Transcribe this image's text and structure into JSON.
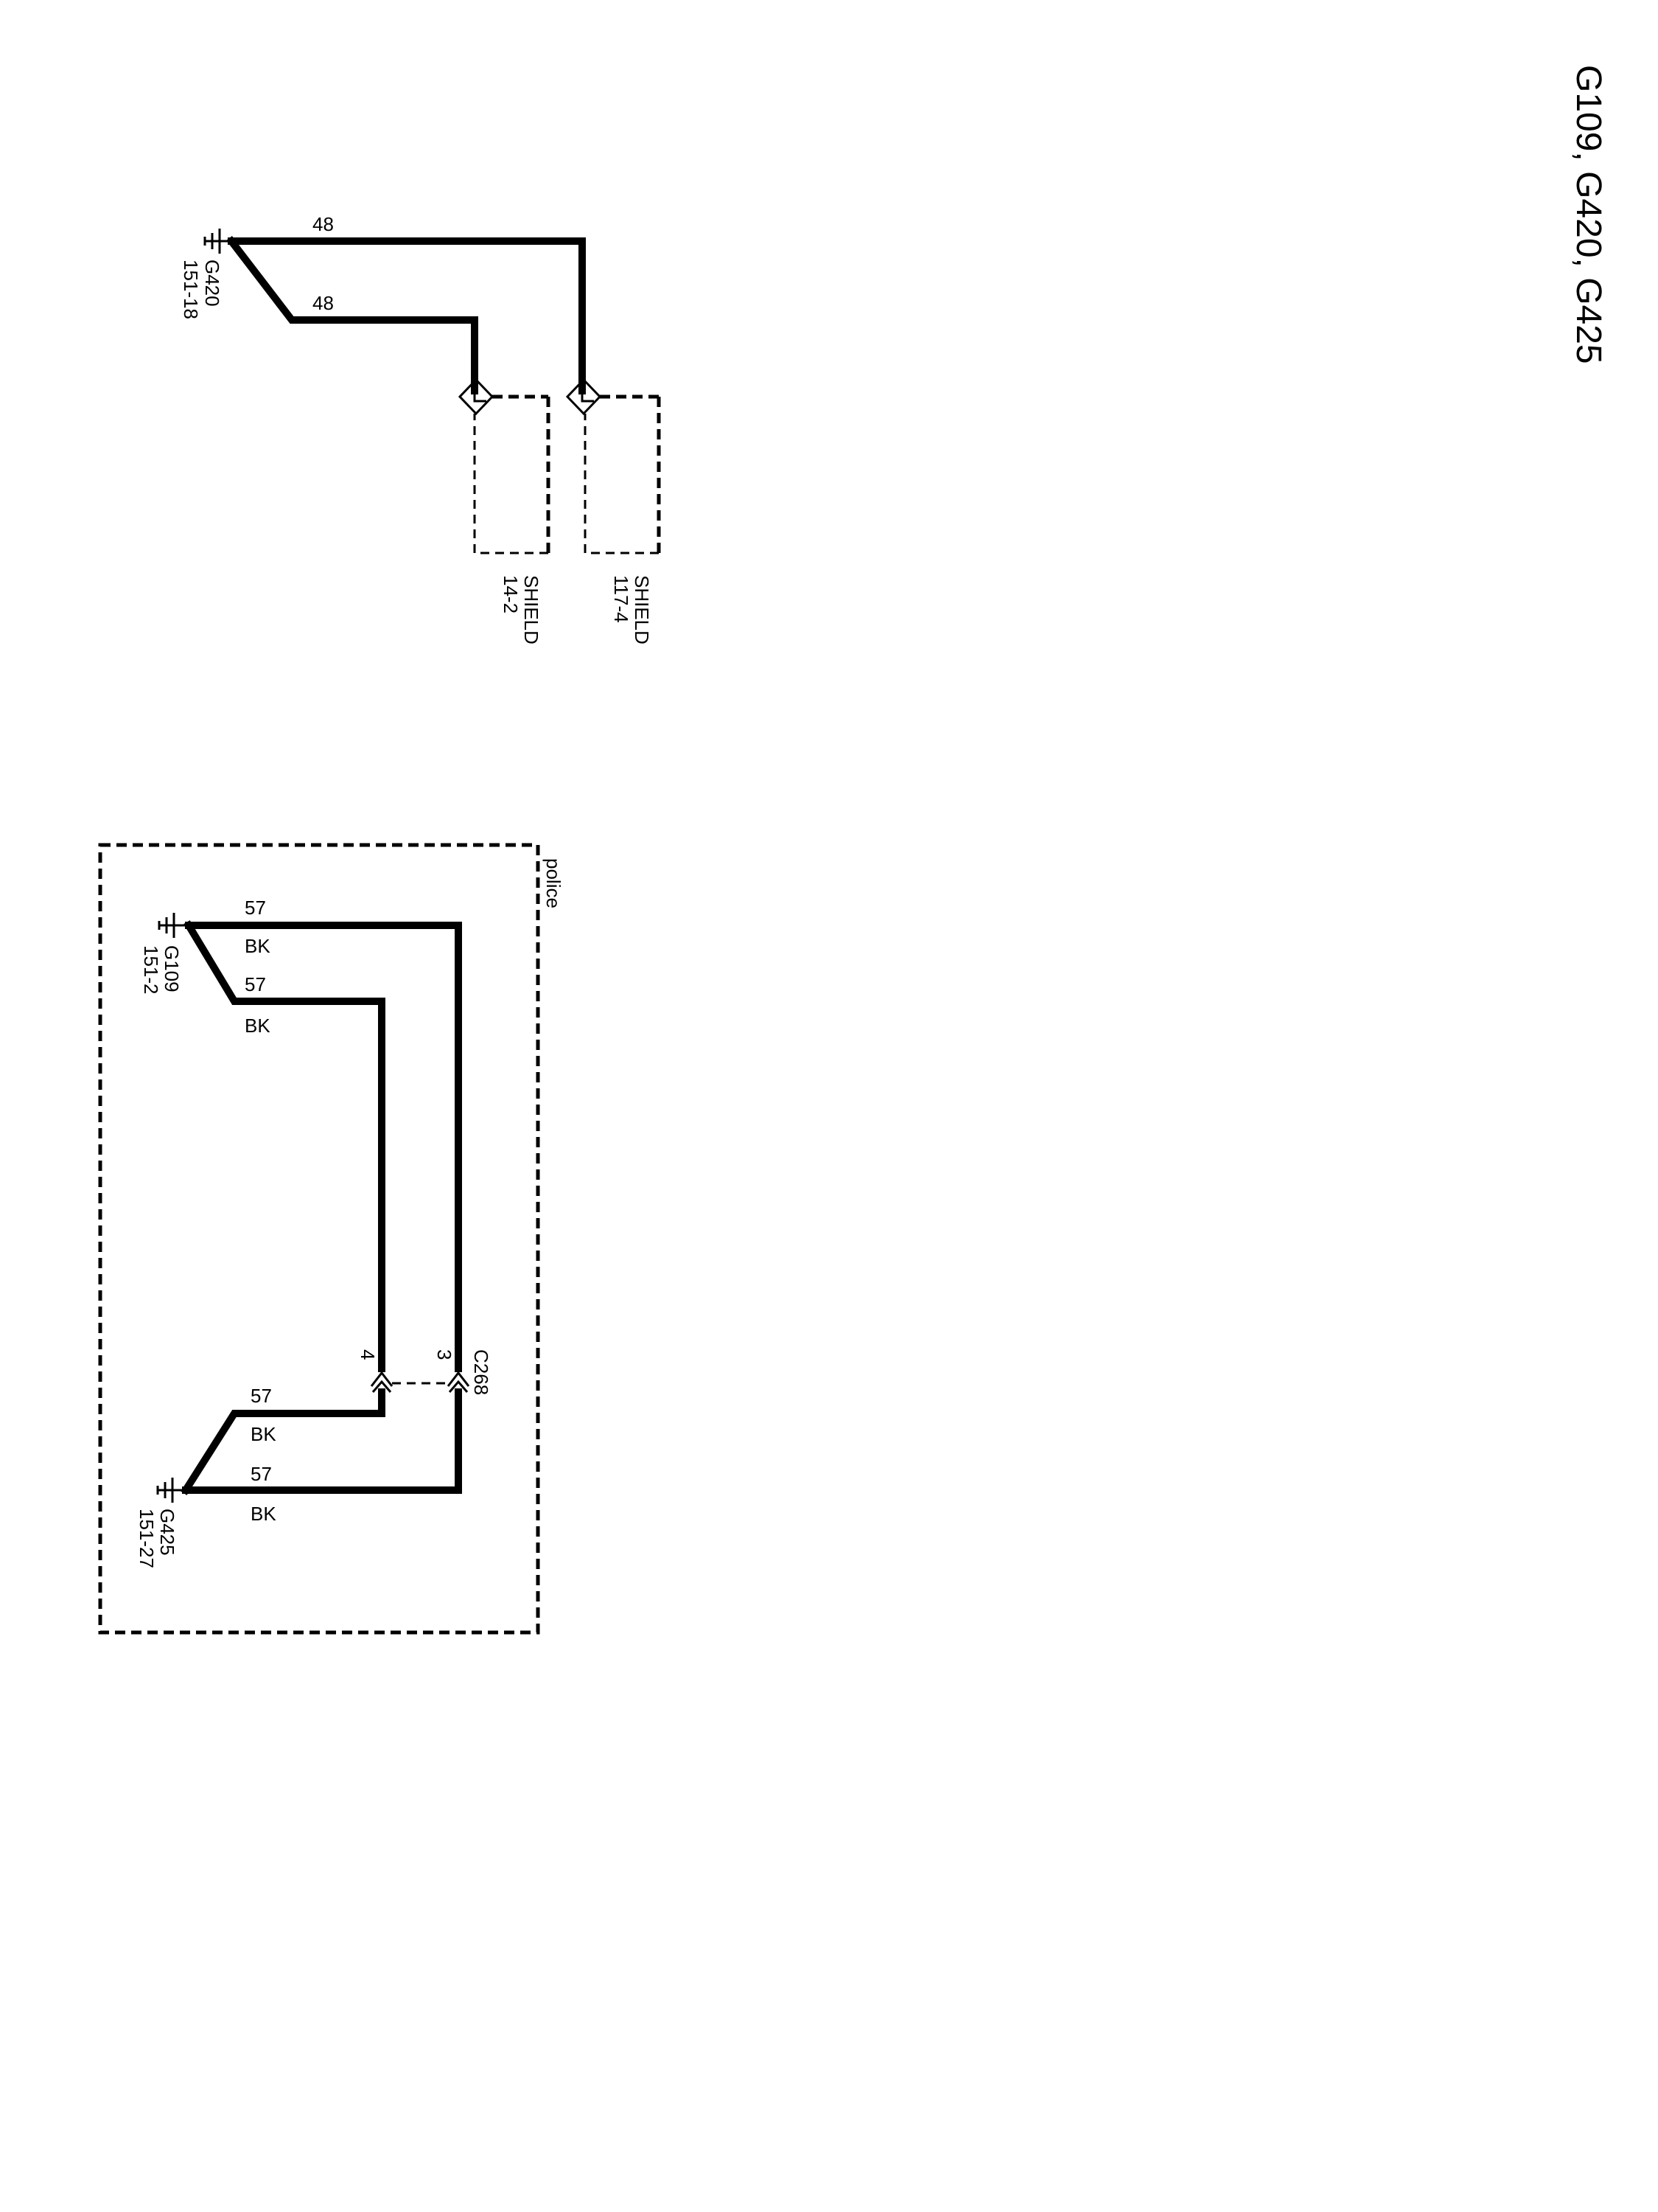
{
  "page_title": "G109, G420, G425",
  "upper_circuit": {
    "ground": {
      "id": "G420",
      "ref": "151-18"
    },
    "wires": [
      {
        "circuit": "48"
      },
      {
        "circuit": "48"
      }
    ],
    "shields": [
      {
        "label": "SHIELD",
        "ref": "14-2"
      },
      {
        "label": "SHIELD",
        "ref": "117-4"
      }
    ]
  },
  "lower_circuit": {
    "option_label": "police",
    "ground_top": {
      "id": "G109",
      "ref": "151-2"
    },
    "ground_bottom": {
      "id": "G425",
      "ref": "151-27"
    },
    "connector": {
      "id": "C268",
      "pins": [
        "3",
        "4"
      ]
    },
    "wires": [
      {
        "circuit": "57",
        "color": "BK"
      },
      {
        "circuit": "57",
        "color": "BK"
      },
      {
        "circuit": "57",
        "color": "BK"
      },
      {
        "circuit": "57",
        "color": "BK"
      }
    ]
  }
}
